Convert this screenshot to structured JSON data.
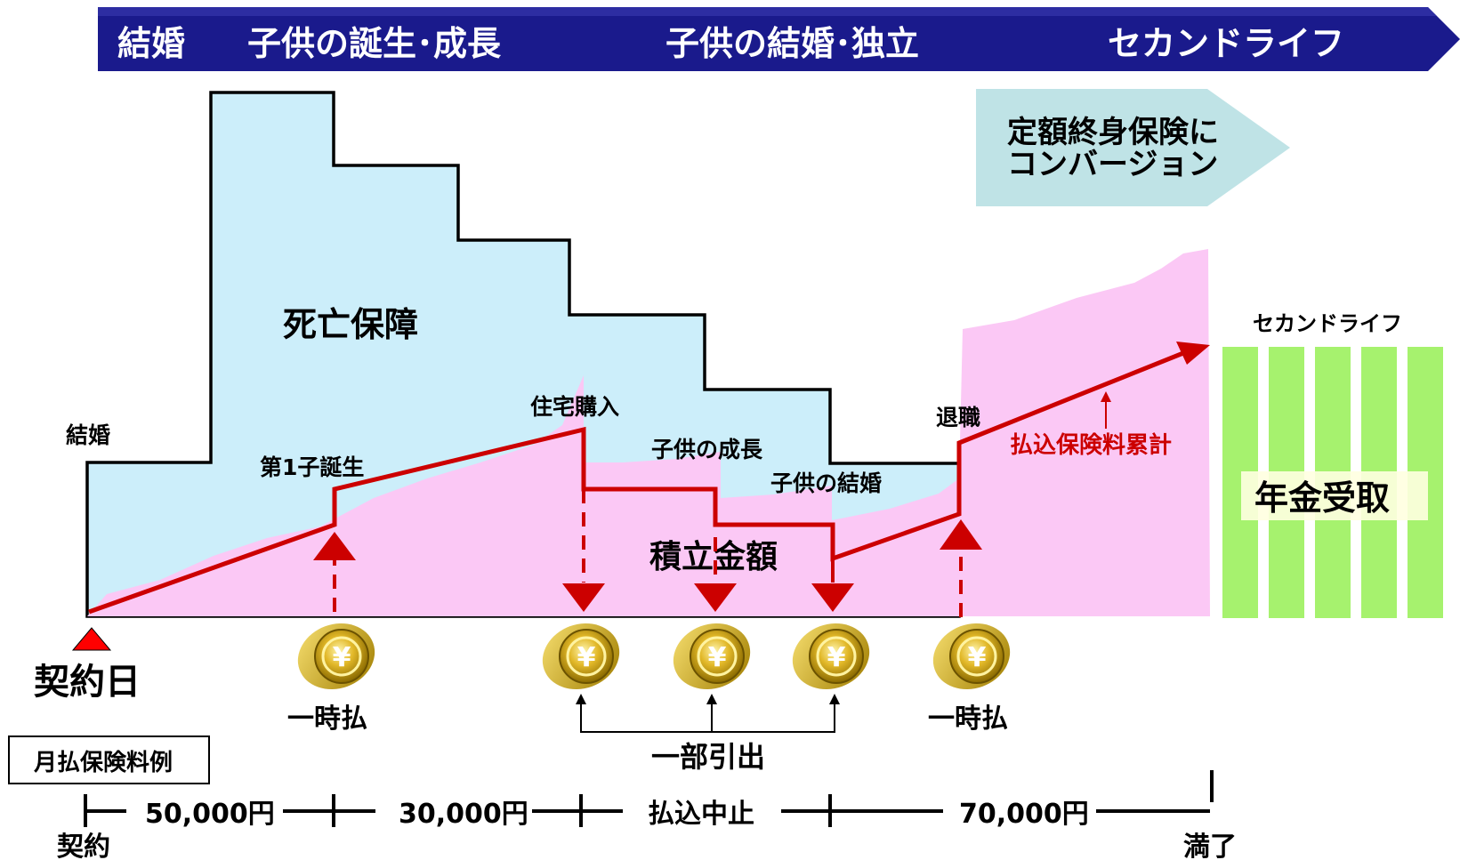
{
  "header": {
    "stages": [
      "結婚",
      "子供の誕生･成長",
      "子供の結婚･独立",
      "セカンドライフ"
    ]
  },
  "conversion_box": {
    "line1": "定額終身保険に",
    "line2": "コンバージョン"
  },
  "areas": {
    "death_benefit": "死亡保障",
    "accumulated": "積立金額"
  },
  "events": {
    "marriage": "結婚",
    "first_child": "第1子誕生",
    "house": "住宅購入",
    "child_growth": "子供の成長",
    "child_marriage": "子供の結婚",
    "retirement": "退職"
  },
  "premium_cumulative": "払込保険料累計",
  "second_life": {
    "label": "セカンドライフ",
    "pension": "年金受取"
  },
  "contract_date": "契約日",
  "lump_sum": [
    "一時払",
    "一時払"
  ],
  "yen_symbol": "¥",
  "partial_withdrawal": "一部引出",
  "monthly_example": "月払保険料例",
  "timeline": {
    "segments": [
      "50,000円",
      "30,000円",
      "払込中止",
      "70,000円"
    ],
    "start": "契約",
    "end": "満了"
  },
  "colors": {
    "header_navy": "#1a1a8c",
    "death_area": "#cceefa",
    "accumulated_area": "#fbc8f5",
    "premium_line": "#cc0000",
    "pension_green": "#a6f26e",
    "conversion_teal": "#bfe3e6"
  }
}
